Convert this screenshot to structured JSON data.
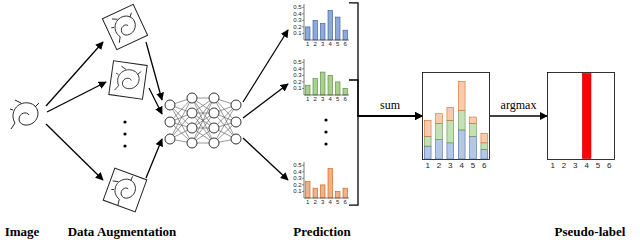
{
  "diagram": {
    "nodes": [
      {
        "text": [
          "0.5",
          "0.4",
          "0.3",
          "0.2",
          "0.1",
          "1",
          "2",
          "3",
          "4",
          "5",
          "6"
        ]
      },
      {
        "text": [
          "0.5",
          "0.4",
          "0.3",
          "0.2",
          "0.1",
          "1",
          "2",
          "3",
          "4",
          "5",
          "6"
        ]
      },
      {
        "text": [
          "0.5",
          "0.4",
          "0.3",
          "0.2",
          "0.1",
          "1",
          "2",
          "3",
          "4",
          "5",
          "6"
        ]
      },
      {
        "text": [
          "1",
          "2",
          "3",
          "4",
          "5",
          "6"
        ]
      },
      {
        "text": [
          "1",
          "2",
          "3",
          "4",
          "5",
          "6"
        ]
      }
    ],
    "edges": [
      {
        "from": 0,
        "to": 3,
        "arrow": "to",
        "label": "sum"
      },
      {
        "from": 1,
        "to": 3,
        "arrow": "to"
      },
      {
        "from": 2,
        "to": 3,
        "arrow": "to"
      },
      {
        "from": 3,
        "to": 4,
        "arrow": "to",
        "label": "argmax"
      }
    ],
    "labels": [
      "Image",
      "Data Augmentation",
      "Prediction",
      "Pseudo-label"
    ]
  }
}
